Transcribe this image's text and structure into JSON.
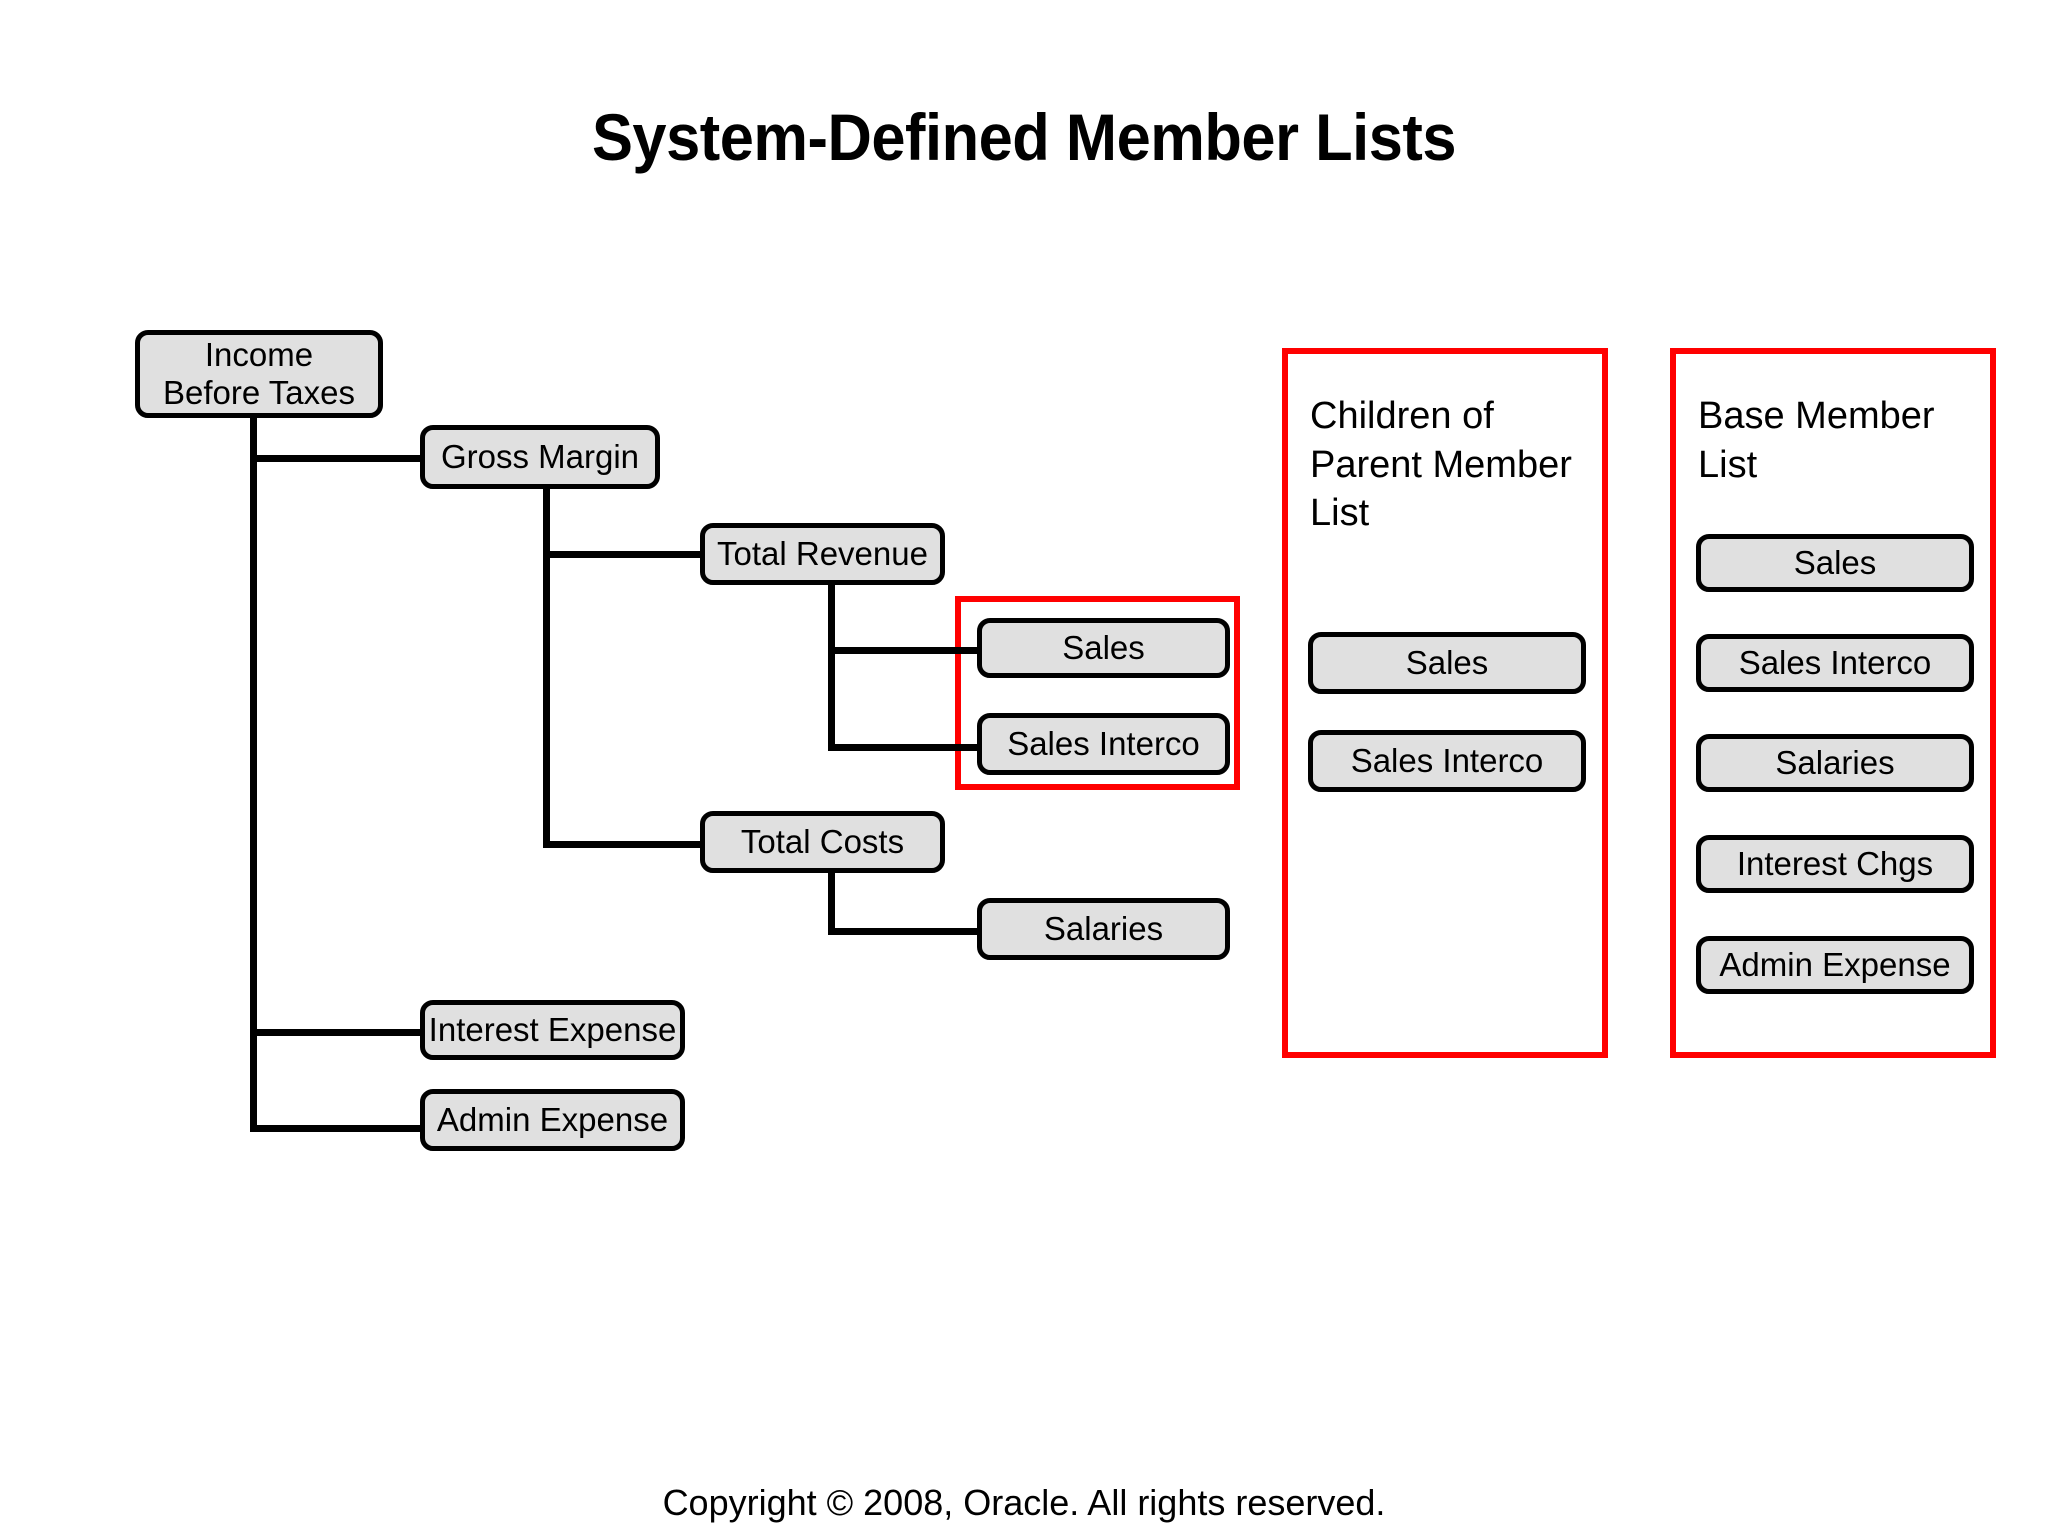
{
  "slide": {
    "title": "System-Defined Member Lists",
    "footer": "Copyright © 2008, Oracle. All rights reserved."
  },
  "colors": {
    "node_fill": "#e0e0e0",
    "node_border": "#000000",
    "highlight": "#ff0000",
    "background": "#ffffff",
    "text": "#000000"
  },
  "hierarchy": {
    "root": {
      "label_line1": "Income",
      "label_line2": "Before Taxes"
    },
    "nodes": [
      {
        "id": "gross-margin",
        "label": "Gross Margin",
        "level": 1
      },
      {
        "id": "total-revenue",
        "label": "Total Revenue",
        "level": 2
      },
      {
        "id": "sales",
        "label": "Sales",
        "level": 3
      },
      {
        "id": "sales-interco",
        "label": "Sales Interco",
        "level": 3
      },
      {
        "id": "total-costs",
        "label": "Total Costs",
        "level": 2
      },
      {
        "id": "salaries",
        "label": "Salaries",
        "level": 3
      },
      {
        "id": "interest-expense",
        "label": "Interest Expense",
        "level": 1
      },
      {
        "id": "admin-expense",
        "label": "Admin Expense",
        "level": 1
      }
    ]
  },
  "tree_highlight": {
    "label": "children-of-total-revenue-highlight",
    "members": [
      "Sales",
      "Sales Interco"
    ]
  },
  "panels": [
    {
      "id": "children-of-parent-member-list",
      "heading": "Children of\nParent Member\nList",
      "items": [
        "Sales",
        "Sales Interco"
      ]
    },
    {
      "id": "base-member-list",
      "heading": "Base Member\nList",
      "items": [
        "Sales",
        "Sales Interco",
        "Salaries",
        "Interest Chgs",
        "Admin Expense"
      ]
    }
  ]
}
